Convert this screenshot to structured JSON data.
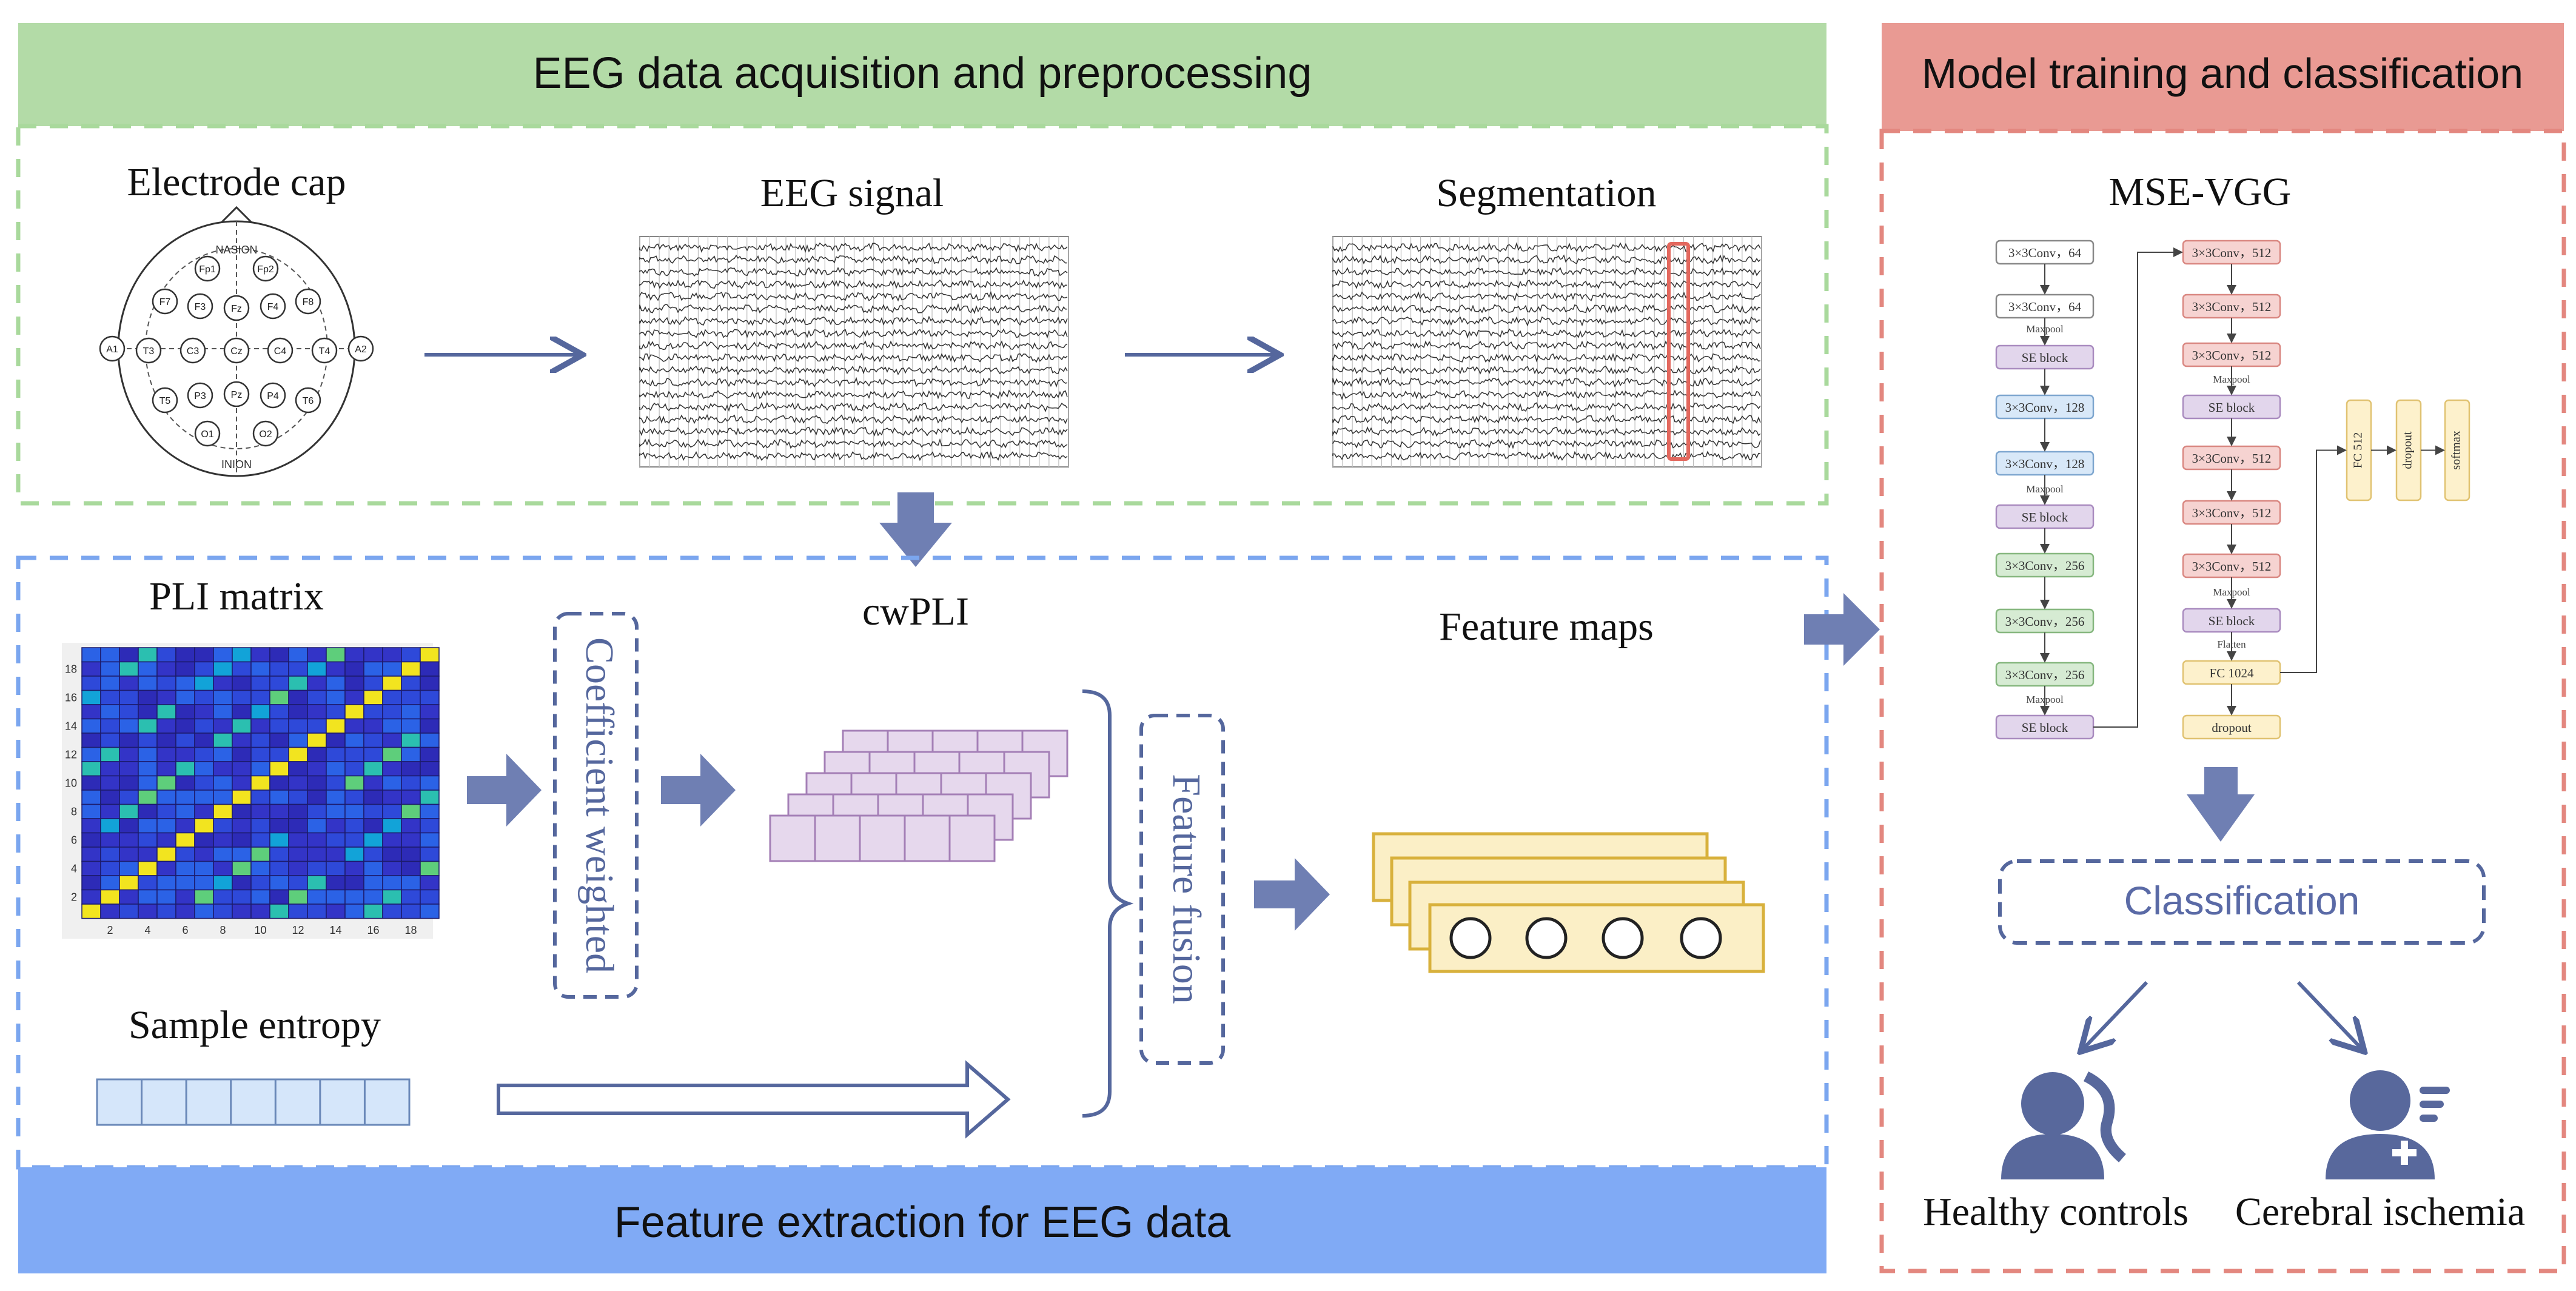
{
  "sections": {
    "acquisition": {
      "title": "EEG data acquisition and preprocessing",
      "color": "#b3dba7"
    },
    "extraction": {
      "title": "Feature extraction for EEG data",
      "color": "#80aaf5"
    },
    "model": {
      "title": "Model training and classification",
      "color": "#e99a93"
    }
  },
  "acquisition": {
    "electrode_cap": "Electrode cap",
    "eeg_signal": "EEG signal",
    "segmentation": "Segmentation",
    "cap_top": "NASION",
    "cap_bottom": "INION",
    "electrodes": [
      "Fp1",
      "Fp2",
      "F7",
      "F3",
      "Fz",
      "F4",
      "F8",
      "T3",
      "C3",
      "Cz",
      "C4",
      "T4",
      "T5",
      "P3",
      "Pz",
      "P4",
      "T6",
      "O1",
      "O2",
      "A1",
      "A2"
    ]
  },
  "extraction": {
    "pli_matrix": "PLI matrix",
    "pli_ticks_x": [
      "2",
      "4",
      "6",
      "8",
      "10",
      "12",
      "14",
      "16",
      "18"
    ],
    "pli_ticks_y": [
      "2",
      "4",
      "6",
      "8",
      "10",
      "12",
      "14",
      "16",
      "18"
    ],
    "coefficient_weighted": "Coefficient weighted",
    "cwpli": "cwPLI",
    "feature_fusion": "Feature fusion",
    "feature_maps": "Feature maps",
    "sample_entropy": "Sample entropy"
  },
  "model": {
    "name": "MSE-VGG",
    "col1": [
      "3×3Conv，64",
      "3×3Conv，64",
      "SE block",
      "3×3Conv，128",
      "3×3Conv，128",
      "SE block",
      "3×3Conv，256",
      "3×3Conv，256",
      "3×3Conv，256",
      "SE block"
    ],
    "col2": [
      "3×3Conv，512",
      "3×3Conv，512",
      "3×3Conv，512",
      "SE block",
      "3×3Conv，512",
      "3×3Conv，512",
      "3×3Conv，512",
      "SE block",
      "FC 1024",
      "dropout"
    ],
    "col3": [
      "FC 512",
      "dropout",
      "softmax"
    ],
    "maxpool": "Maxpool",
    "flatten": "Flatten",
    "classification": "Classification",
    "healthy": "Healthy controls",
    "ischemia": "Cerebral ischemia"
  }
}
